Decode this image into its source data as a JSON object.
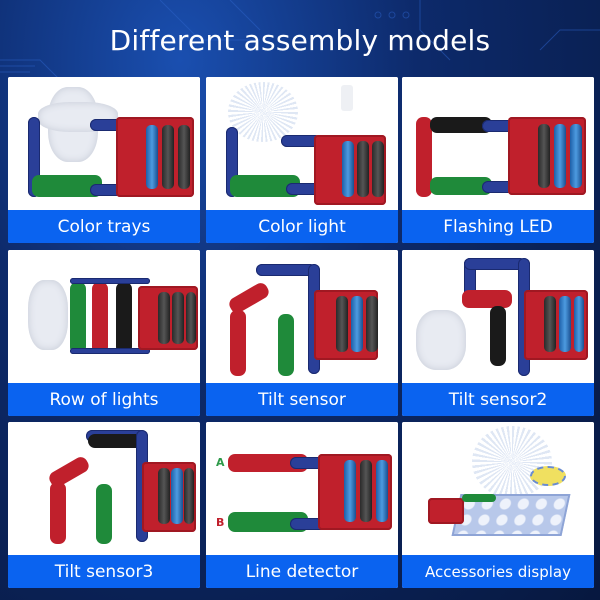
{
  "title": "Different assembly models",
  "colors": {
    "background": "#0d2a6b",
    "label_bg": "#0a63f0",
    "label_text": "#ffffff",
    "battery_red": "#c0202c",
    "snap_blue": "#2a3f98",
    "switch_green": "#1f8a3a"
  },
  "models": [
    {
      "label": "Color trays",
      "image": "circuit-color-trays"
    },
    {
      "label": "Color light",
      "image": "circuit-color-light"
    },
    {
      "label": "Flashing LED",
      "image": "circuit-flashing-led"
    },
    {
      "label": "Row of lights",
      "image": "circuit-row-of-lights"
    },
    {
      "label": "Tilt sensor",
      "image": "circuit-tilt-sensor"
    },
    {
      "label": "Tilt sensor2",
      "image": "circuit-tilt-sensor2"
    },
    {
      "label": "Tilt sensor3",
      "image": "circuit-tilt-sensor3"
    },
    {
      "label": "Line detector",
      "image": "circuit-line-detector",
      "markers": [
        "A",
        "B"
      ]
    },
    {
      "label": "Accessories display",
      "image": "accessories-display"
    }
  ]
}
